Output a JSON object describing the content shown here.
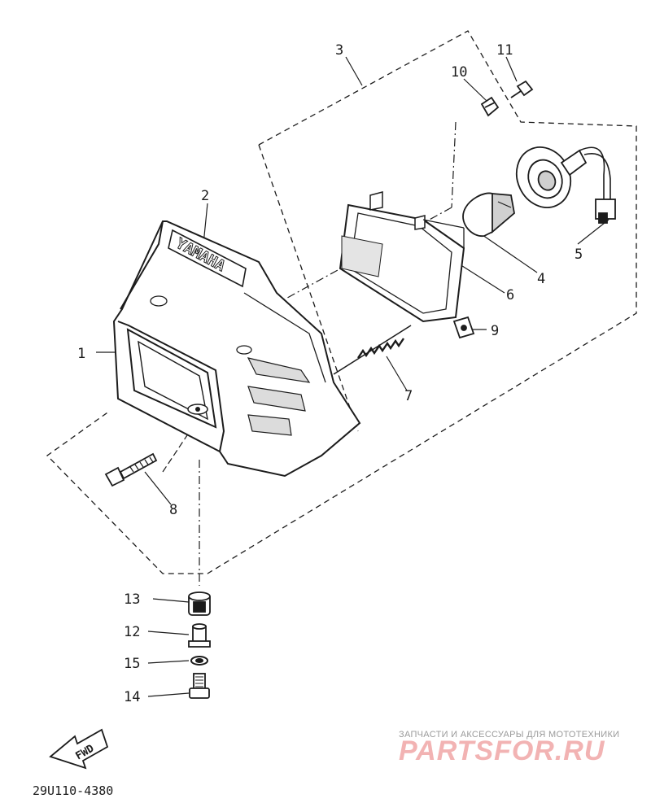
{
  "diagram": {
    "part_labels": [
      {
        "id": "1",
        "text": "1"
      },
      {
        "id": "2",
        "text": "2"
      },
      {
        "id": "3",
        "text": "3"
      },
      {
        "id": "4",
        "text": "4"
      },
      {
        "id": "5",
        "text": "5"
      },
      {
        "id": "6",
        "text": "6"
      },
      {
        "id": "7",
        "text": "7"
      },
      {
        "id": "8",
        "text": "8"
      },
      {
        "id": "9",
        "text": "9"
      },
      {
        "id": "10",
        "text": "10"
      },
      {
        "id": "11",
        "text": "11"
      },
      {
        "id": "12",
        "text": "12"
      },
      {
        "id": "13",
        "text": "13"
      },
      {
        "id": "14",
        "text": "14"
      },
      {
        "id": "15",
        "text": "15"
      }
    ],
    "fairing_brand": "YAMAHA",
    "direction_marker": "FWD",
    "drawing_code": "29U110-4380"
  },
  "watermark": {
    "tagline": "ЗАПЧАСТИ И АКСЕССУАРЫ ДЛЯ МОТОТЕХНИКИ",
    "brand": "PARTSFOR.RU"
  },
  "colors": {
    "ink": "#1c1c1c",
    "paper": "#ffffff",
    "watermark_red": "#f2b3b3",
    "watermark_gray": "#9a9a9a"
  }
}
